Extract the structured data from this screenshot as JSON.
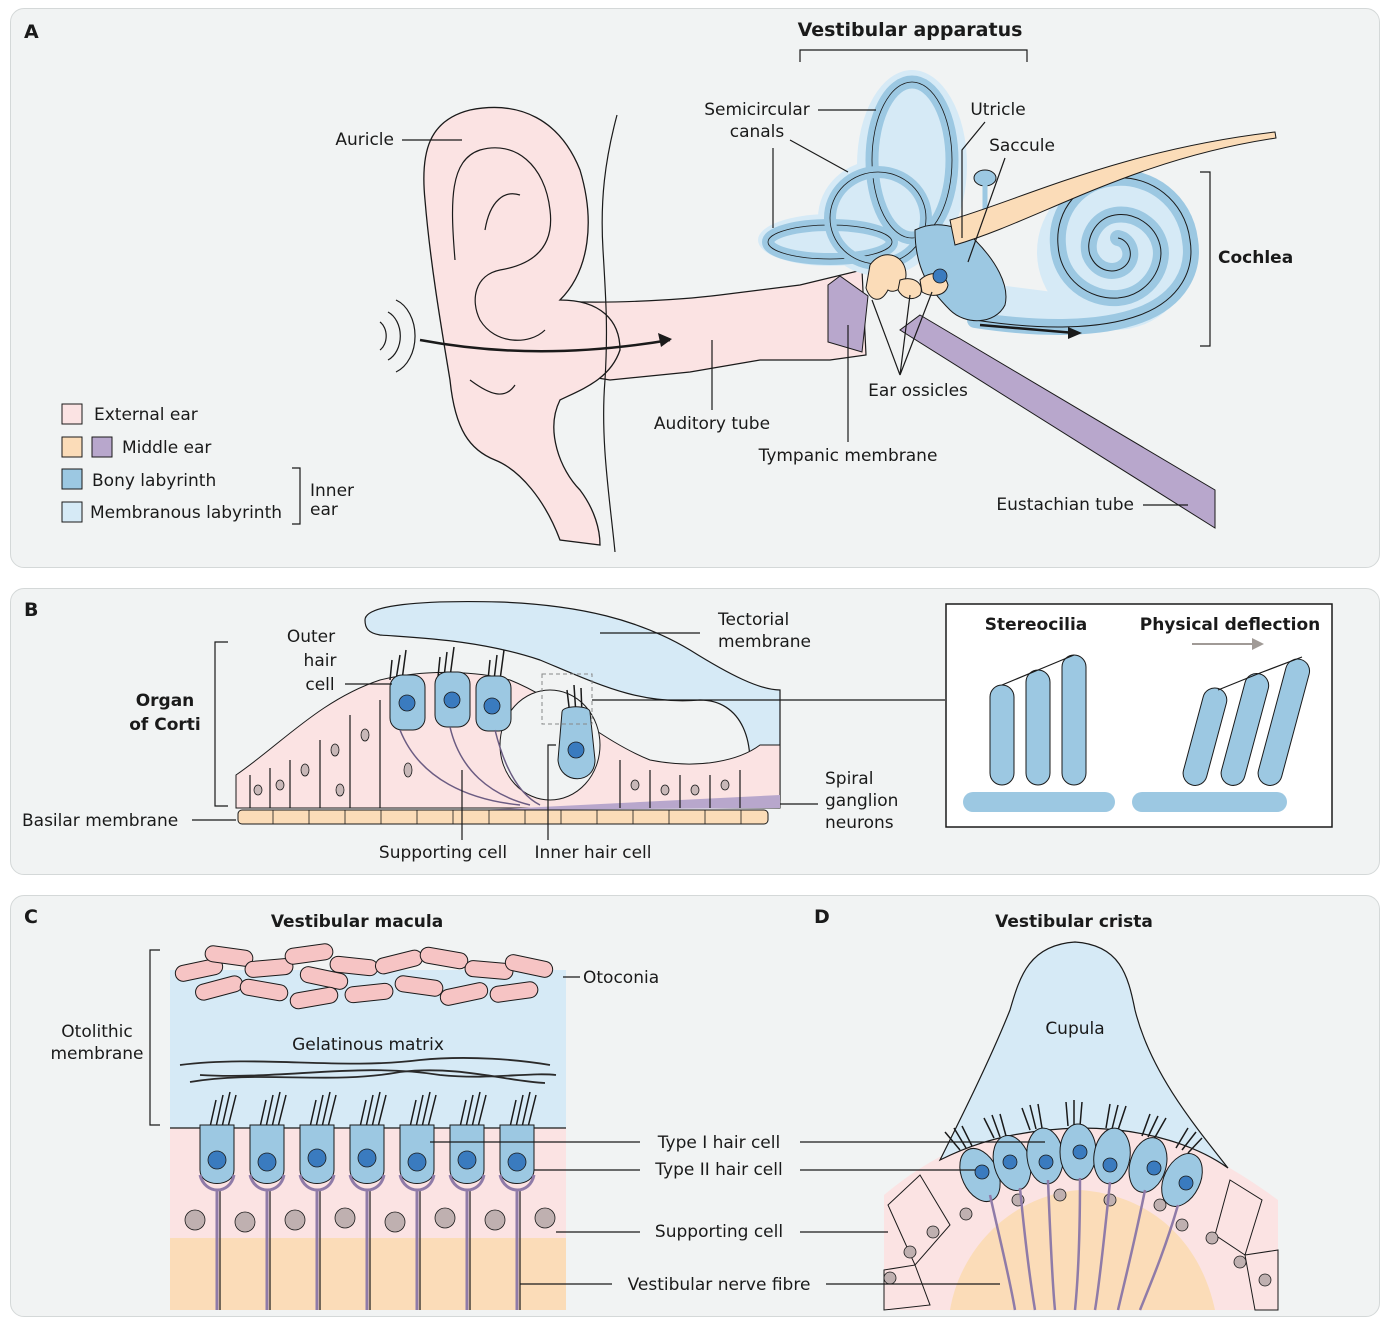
{
  "colors": {
    "external_ear": "#fbe3e3",
    "middle_ear_bone": "#fbdcb8",
    "middle_ear_membrane": "#b8a7cc",
    "bony_labyrinth": "#9cc8e2",
    "membranous_labyrinth": "#d6eaf6",
    "panel_bg": "#f1f3f3"
  },
  "panel_a": {
    "letter": "A",
    "title": "Vestibular apparatus",
    "labels": {
      "auricle": "Auricle",
      "semicircular_1": "Semicircular",
      "semicircular_2": "canals",
      "utricle": "Utricle",
      "saccule": "Saccule",
      "cochlea": "Cochlea",
      "ear_ossicles": "Ear ossicles",
      "auditory_tube": "Auditory tube",
      "tympanic_membrane": "Tympanic membrane",
      "eustachian_tube": "Eustachian tube"
    },
    "legend": {
      "external": "External ear",
      "middle": "Middle ear",
      "bony": "Bony labyrinth",
      "membranous": "Membranous labyrinth",
      "inner_1": "Inner",
      "inner_2": "ear"
    }
  },
  "panel_b": {
    "letter": "B",
    "labels": {
      "outer_1": "Outer",
      "outer_2": "hair",
      "outer_3": "cell",
      "organ_1": "Organ",
      "organ_2": "of Corti",
      "tectorial_1": "Tectorial",
      "tectorial_2": "membrane",
      "basilar": "Basilar membrane",
      "supporting": "Supporting cell",
      "inner_hair": "Inner hair cell",
      "spiral_1": "Spiral",
      "spiral_2": "ganglion",
      "spiral_3": "neurons"
    },
    "inset": {
      "stereocilia": "Stereocilia",
      "deflection": "Physical deflection"
    }
  },
  "panel_c": {
    "letter": "C",
    "title": "Vestibular macula",
    "labels": {
      "otoconia": "Otoconia",
      "otolithic_1": "Otolithic",
      "otolithic_2": "membrane",
      "gelatinous": "Gelatinous matrix"
    }
  },
  "panel_d": {
    "letter": "D",
    "title": "Vestibular crista",
    "labels": {
      "cupula": "Cupula"
    }
  },
  "shared_labels": {
    "type1": "Type I hair cell",
    "type2": "Type II hair cell",
    "supporting": "Supporting cell",
    "nerve": "Vestibular nerve fibre"
  }
}
